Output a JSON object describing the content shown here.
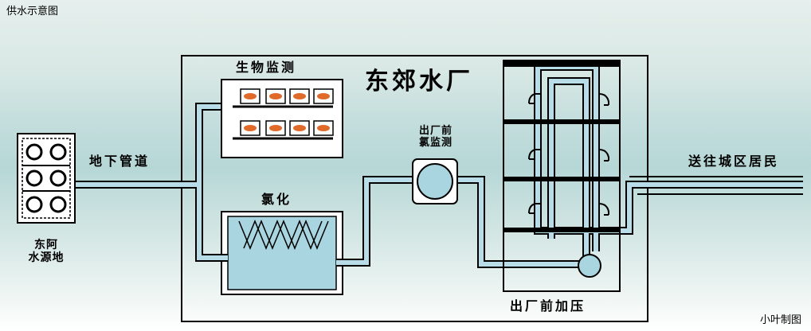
{
  "header": {
    "caption": "供水示意图"
  },
  "footer": {
    "credit": "小叶制图"
  },
  "plant": {
    "name": "东郊水厂"
  },
  "source": {
    "line1": "东阿",
    "line2": "水源地"
  },
  "pipeline": {
    "underground": "地下管道"
  },
  "stages": {
    "bio_monitor": "生物监测",
    "chlorination": "氯化",
    "pre_exit_line1": "出厂前",
    "pre_exit_line2": "氯监测",
    "pressurize": "出厂前加压"
  },
  "destination": {
    "label": "送往城区居民"
  },
  "colors": {
    "water": "#b9dde8",
    "outline": "#000000",
    "fish": "#e06a2a",
    "tank_water": "#a9d5e0"
  }
}
